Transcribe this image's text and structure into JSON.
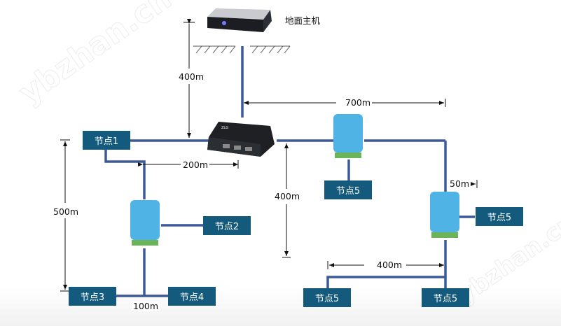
{
  "title": "地面主机",
  "watermark": "ybzhan.cn",
  "colors": {
    "bus_line": "#3a5a9a",
    "node_fill": "#135a7d",
    "node_text": "#ffffff",
    "converter_body": "#4fb3e6",
    "terminal_green": "#6cb45a"
  },
  "nodes": [
    {
      "id": "n1",
      "label": "节点1"
    },
    {
      "id": "n2",
      "label": "节点2"
    },
    {
      "id": "n3",
      "label": "节点3"
    },
    {
      "id": "n4",
      "label": "节点4"
    },
    {
      "id": "n5a",
      "label": "节点5"
    },
    {
      "id": "n5b",
      "label": "节点5"
    },
    {
      "id": "n5c",
      "label": "节点5"
    },
    {
      "id": "n5d",
      "label": "节点5"
    }
  ],
  "distances": {
    "host_to_bus": "400m",
    "n1_to_hub": "200m",
    "hub_to_right": "700m",
    "right_drop": "400m",
    "left_span": "500m",
    "n3_n4": "100m",
    "right_stub": "50m",
    "bottom_right": "400m"
  }
}
